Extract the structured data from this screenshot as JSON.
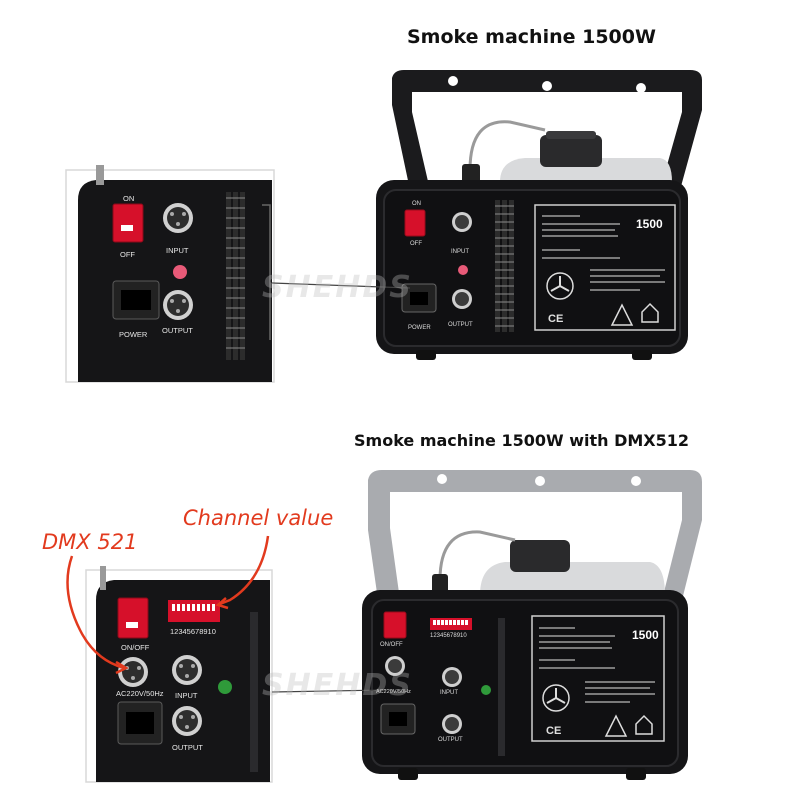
{
  "titles": {
    "top": "Smoke machine 1500W",
    "bottom": "Smoke machine 1500W with DMX512"
  },
  "callouts": {
    "dmx": "DMX 521",
    "channel": "Channel value"
  },
  "panel_top": {
    "on": "ON",
    "off": "OFF",
    "input": "INPUT",
    "output": "OUTPUT",
    "power": "POWER",
    "model": "1500"
  },
  "panel_bottom": {
    "onoff": "ON/OFF",
    "dip_numbers": "12345678910",
    "ac": "AC220V/50Hz",
    "input": "INPUT",
    "output": "OUTPUT",
    "model": "1500"
  },
  "watermark": "SHEHDS",
  "colors": {
    "callout": "#e23a1e",
    "machine_body": "#151517",
    "panel_border": "#d8d8d8",
    "switch_red": "#d6102a"
  }
}
